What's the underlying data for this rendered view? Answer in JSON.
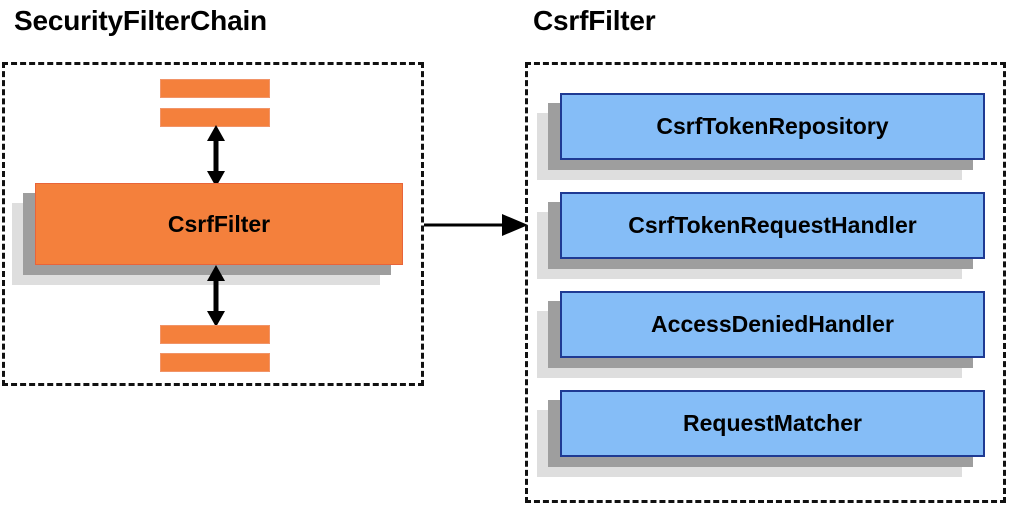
{
  "diagram": {
    "background_color": "#ffffff",
    "panels": [
      {
        "id": "security-filter-chain",
        "title": "SecurityFilterChain",
        "border_style": "dashed",
        "border_color": "#111111",
        "bars": [
          {
            "name": "filter-bar-top-1"
          },
          {
            "name": "filter-bar-top-2"
          },
          {
            "name": "filter-bar-bottom-1"
          },
          {
            "name": "filter-bar-bottom-2"
          }
        ],
        "boxes": [
          {
            "label": "CsrfFilter",
            "fill_color": "#f4803c",
            "border_color": "#e8643a"
          }
        ],
        "connectors": [
          {
            "name": "arrow-up-down-top",
            "kind": "double-headed-vertical"
          },
          {
            "name": "arrow-up-down-bottom",
            "kind": "double-headed-vertical"
          }
        ]
      },
      {
        "id": "csrf-filter",
        "title": "CsrfFilter",
        "border_style": "dashed",
        "border_color": "#111111",
        "boxes": [
          {
            "label": "CsrfTokenRepository",
            "fill_color": "#85bdf7",
            "border_color": "#1f3a93"
          },
          {
            "label": "CsrfTokenRequestHandler",
            "fill_color": "#85bdf7",
            "border_color": "#1f3a93"
          },
          {
            "label": "AccessDeniedHandler",
            "fill_color": "#85bdf7",
            "border_color": "#1f3a93"
          },
          {
            "label": "RequestMatcher",
            "fill_color": "#85bdf7",
            "border_color": "#1f3a93"
          }
        ]
      }
    ],
    "cross_panel_connector": {
      "name": "arrow-csrffilter-to-csrffilter-detail",
      "kind": "single-headed-horizontal",
      "color": "#000000"
    },
    "shadow_colors": {
      "outer": "#dedede",
      "inner": "#9e9e9e"
    }
  }
}
